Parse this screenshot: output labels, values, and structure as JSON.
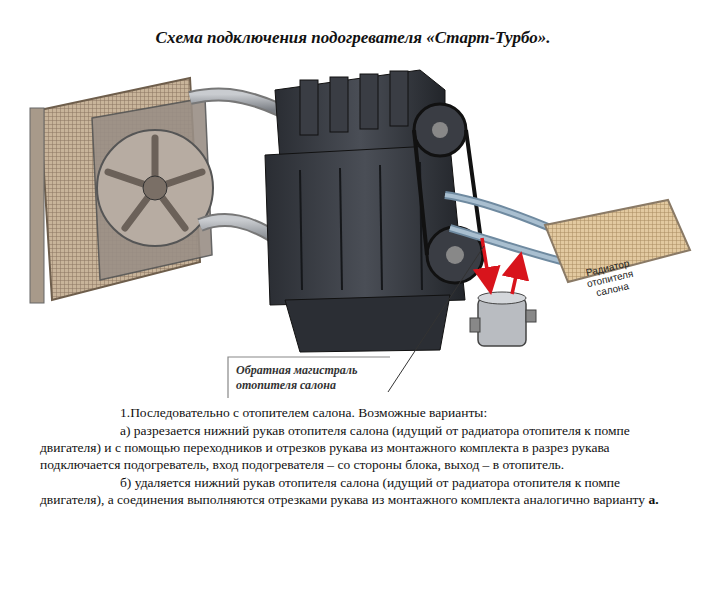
{
  "diagram": {
    "title": "Схема подключения подогревателя «Старт-Турбо».",
    "labels": [
      "Радиатор отопителя салона",
      "Обратная магистраль отопителя салона",
      "1.Последовательно с отопителем салона. Возможные варианты:",
      "а) разрезается нижний рукав отопителя салона (идущий от радиатора отопителя к помпе двигателя) и с помощью переходников и отрезков рукава из монтажного комплекта в разрез рукава подключается подогреватель, вход подогревателя – со стороны блока, выход – в отопитель.",
      "б) удаляется нижний рукав отопителя салона (идущий от радиатора отопителя к помпе двигателя), а соединения выполняются отрезками рукава из монтажного комплекта аналогично варианту",
      "а."
    ]
  }
}
